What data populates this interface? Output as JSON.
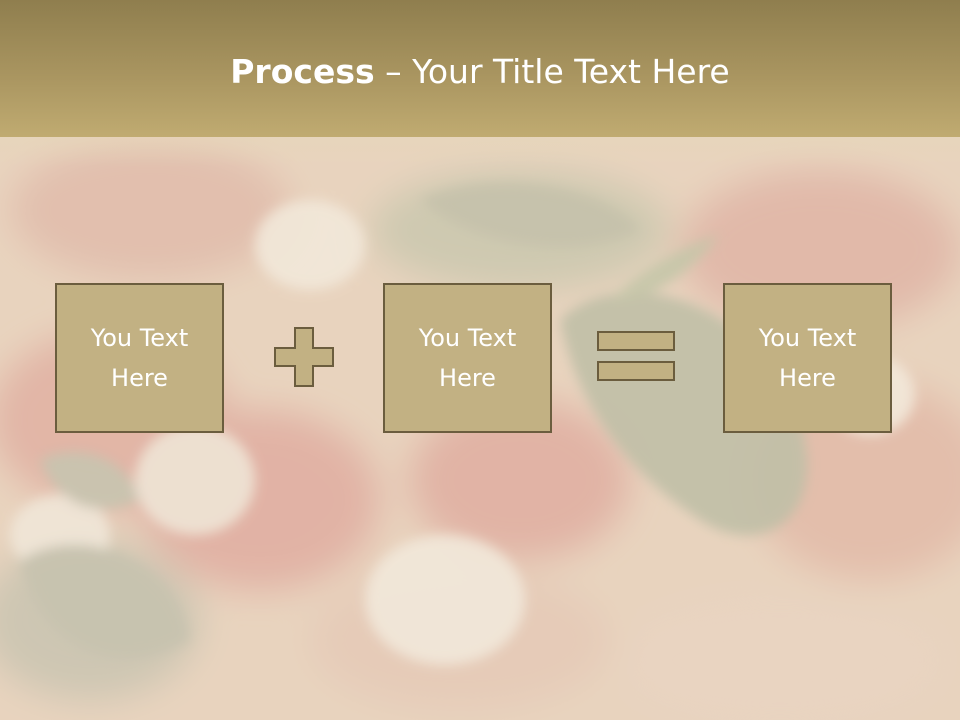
{
  "title": {
    "bold": "Process",
    "rest": " – Your Title Text Here"
  },
  "boxes": [
    {
      "line1": "You Text",
      "line2": "Here"
    },
    {
      "line1": "You Text",
      "line2": "Here"
    },
    {
      "line1": "You Text",
      "line2": "Here"
    }
  ],
  "colors": {
    "header": "#a99560",
    "box_fill": "#c2b183",
    "box_border": "#6b5d3e",
    "text": "#ffffff"
  },
  "icons": [
    "plus-icon",
    "equals-icon"
  ]
}
